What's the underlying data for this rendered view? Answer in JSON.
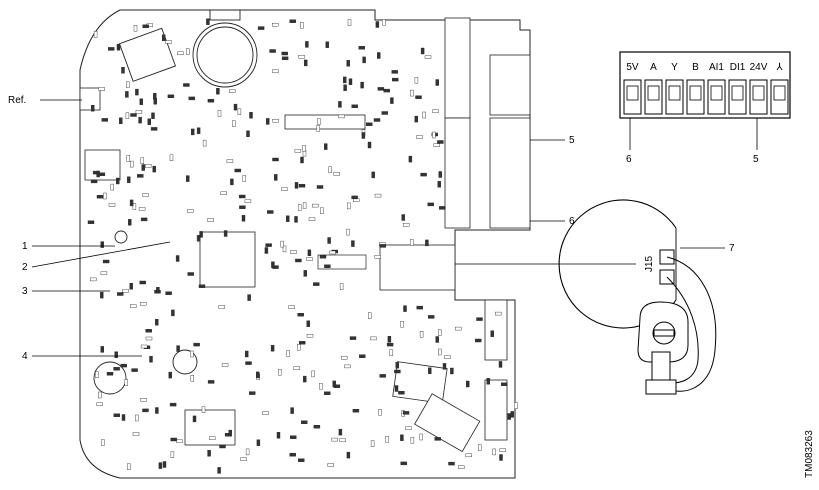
{
  "callouts": {
    "ref": "Ref.",
    "c1": "1",
    "c2": "2",
    "c3": "3",
    "c4": "4",
    "c5": "5",
    "c6": "6",
    "c7": "7",
    "inset_c5": "5",
    "inset_c6": "6"
  },
  "terminal_labels": [
    "5V",
    "A",
    "Y",
    "B",
    "AI1",
    "DI1",
    "24V",
    "⅄"
  ],
  "jumper_label": "J15",
  "drawing_number": "TM083263"
}
